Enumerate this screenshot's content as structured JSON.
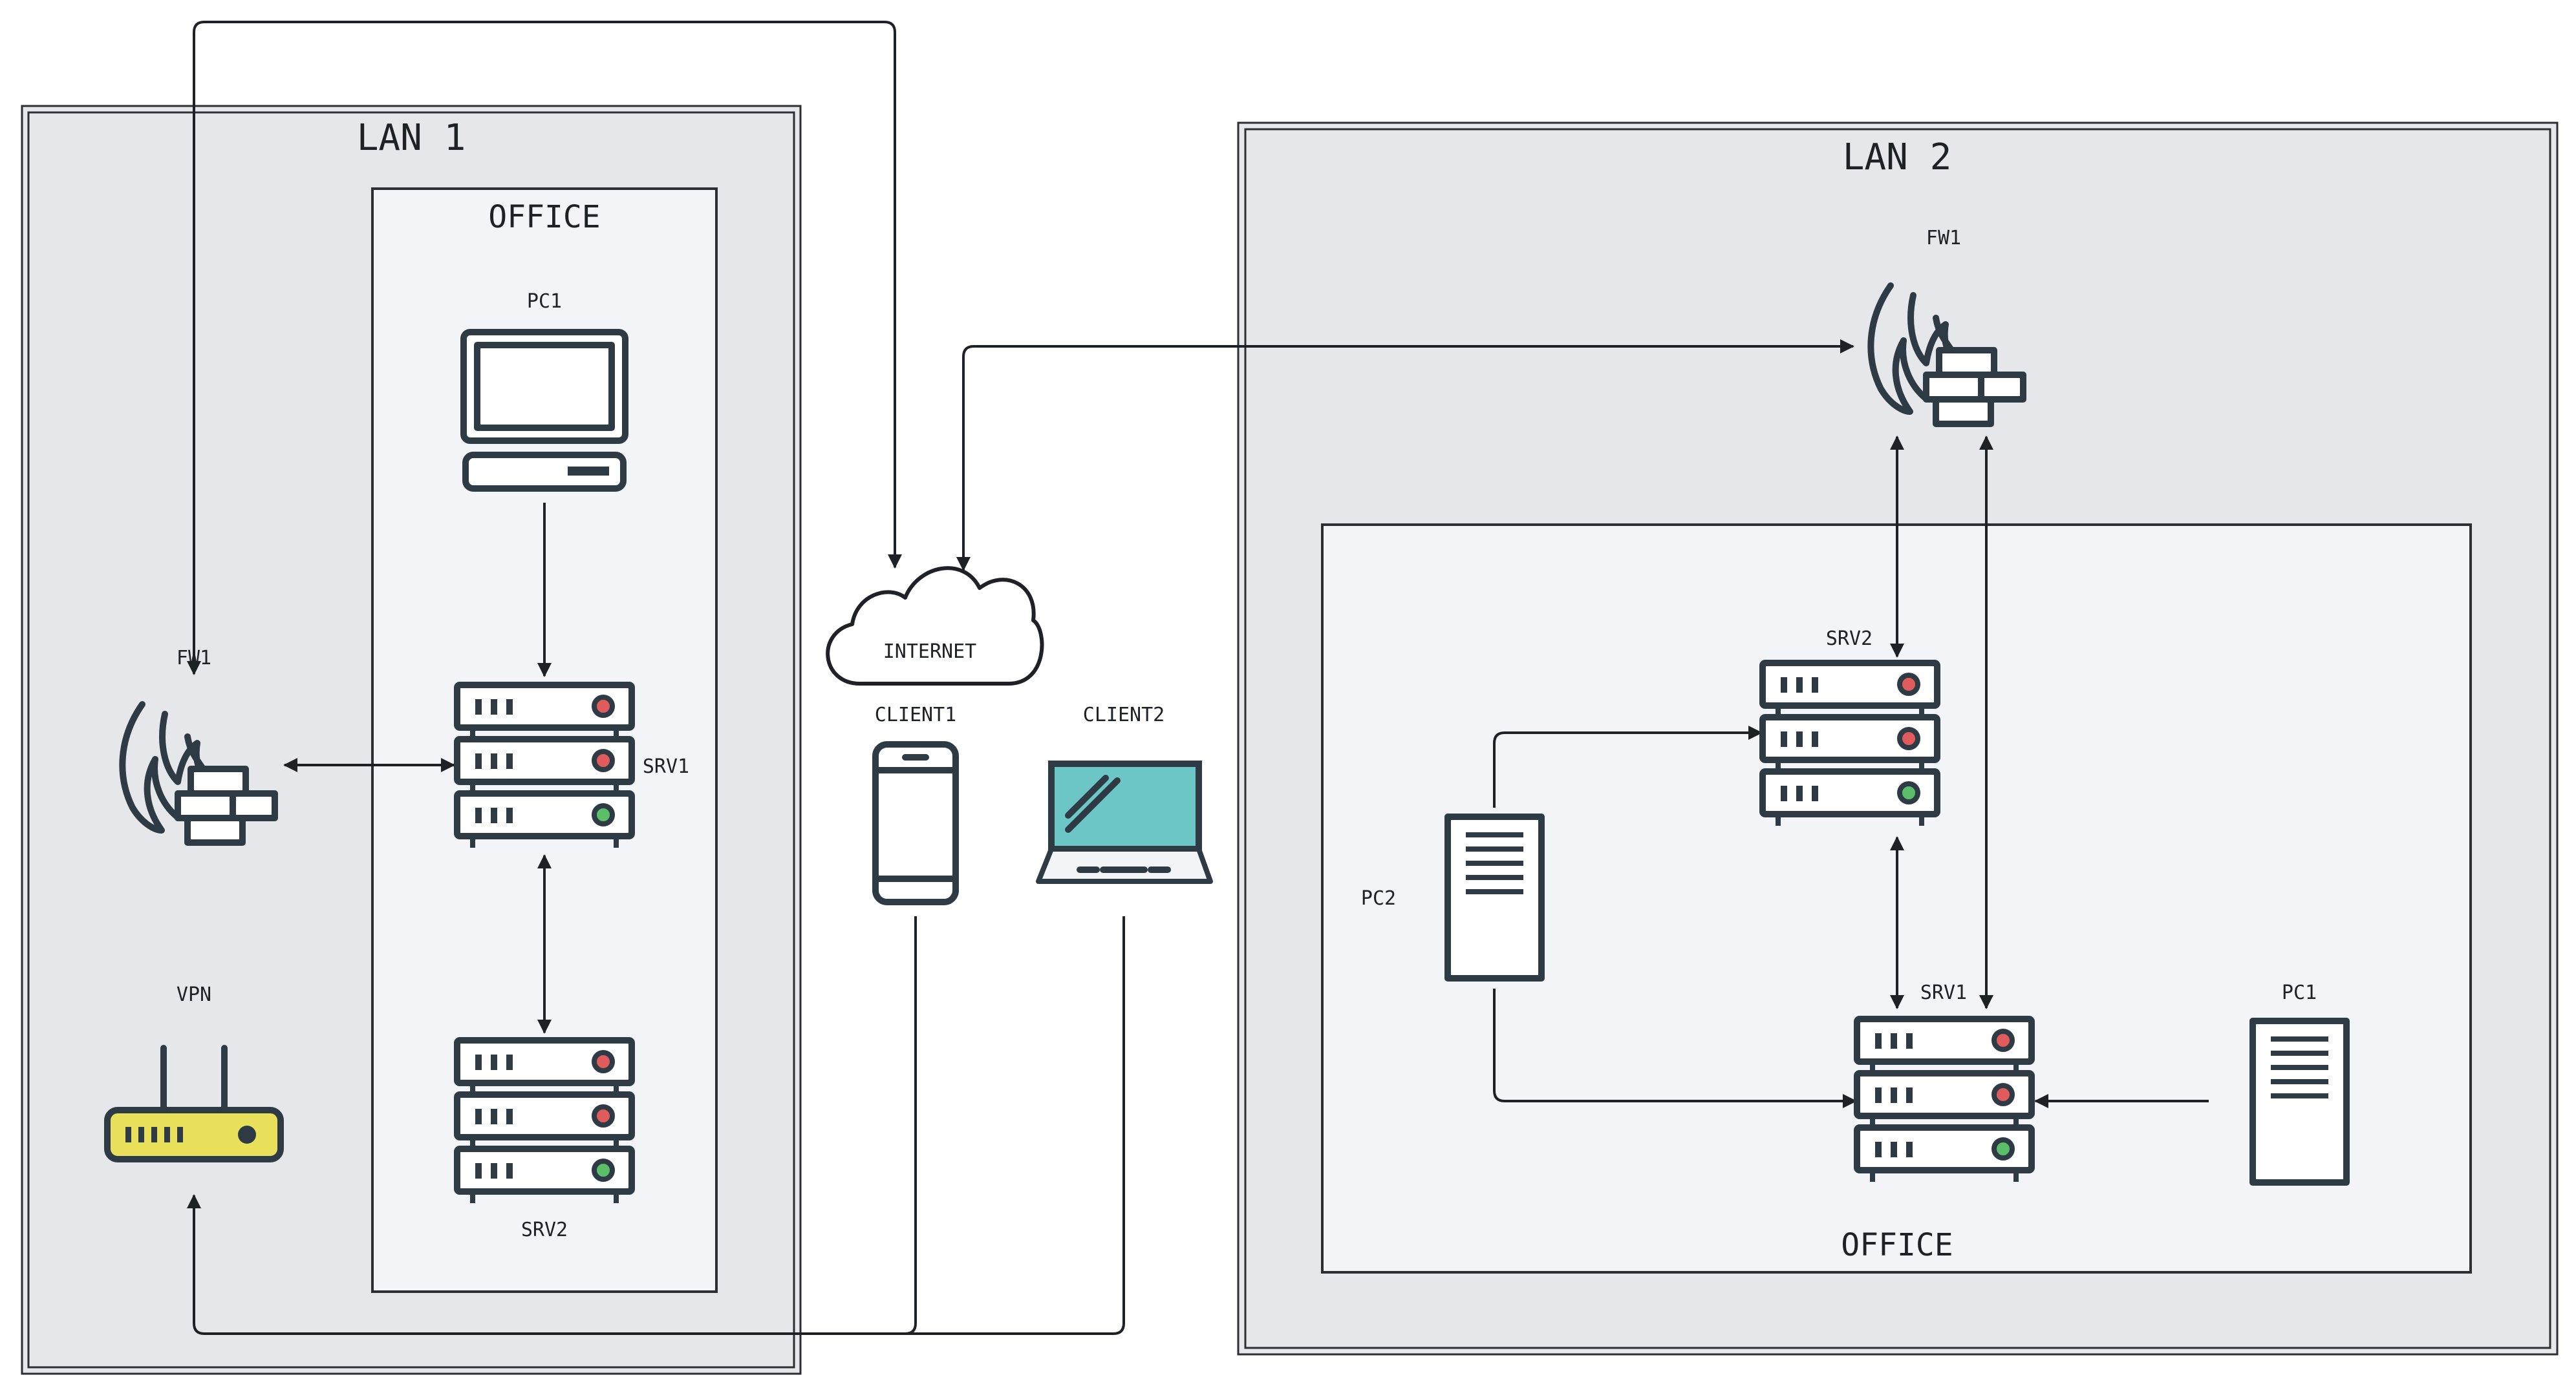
{
  "lan1": {
    "title": "LAN 1",
    "office_title": "OFFICE",
    "pc1": "PC1",
    "srv1": "SRV1",
    "srv2": "SRV2",
    "fw1": "FW1",
    "vpn": "VPN"
  },
  "lan2": {
    "title": "LAN 2",
    "office_title": "OFFICE",
    "fw1": "FW1",
    "srv2": "SRV2",
    "srv1": "SRV1",
    "pc1": "PC1",
    "pc2": "PC2"
  },
  "internet": "INTERNET",
  "client1": "CLIENT1",
  "client2": "CLIENT2",
  "colors": {
    "zone_fill": "#e6e7ea",
    "office_fill": "#f3f4f7",
    "line": "#1e2226",
    "icon_stroke": "#2e3b44",
    "led_red": "#e05b5b",
    "led_green": "#5bbf6a",
    "router_yellow": "#e8df5a",
    "laptop_screen": "#6cc6c6"
  },
  "icons": [
    "server-icon",
    "firewall-icon",
    "desktop-pc-icon",
    "tower-pc-icon",
    "router-icon",
    "smartphone-icon",
    "laptop-icon",
    "cloud-icon"
  ]
}
